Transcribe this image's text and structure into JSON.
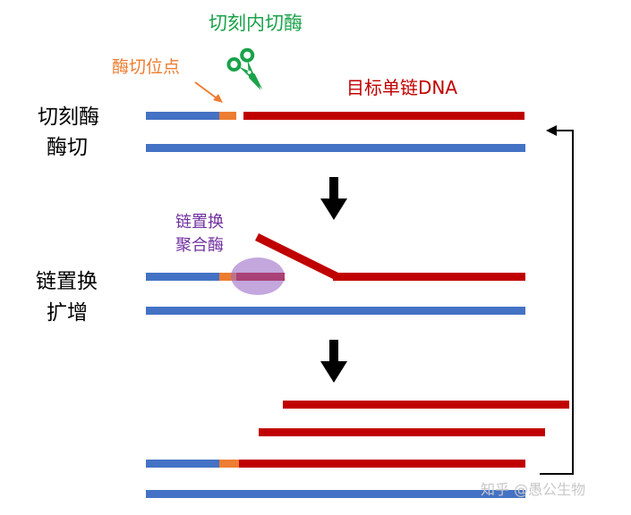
{
  "labels": {
    "nicking_enzyme": "切刻内切酶",
    "nick_site": "酶切位点",
    "target_ssdna": "目标单链DNA",
    "step1_line1": "切刻酶",
    "step1_line2": "酶切",
    "polymerase_line1": "链置换",
    "polymerase_line2": "聚合酶",
    "step2_line1": "链置换",
    "step2_line2": "扩增",
    "watermark": "知乎 @愚公生物"
  },
  "colors": {
    "blue_strand": "#4472C4",
    "red_strand": "#C00000",
    "nick_site": "#ED7D31",
    "enzyme_label": "#1AA24A",
    "nick_label": "#ED7D31",
    "target_label": "#C00000",
    "polymerase_label": "#7030A0",
    "polymerase_blob": "#9B6CC6",
    "arrow": "#000000",
    "watermark": "#c8c8c8"
  },
  "icons": {
    "scissors": "scissors-icon",
    "down_arrow": "down-arrow-icon",
    "loop_arrow": "loop-back-arrow-icon"
  }
}
